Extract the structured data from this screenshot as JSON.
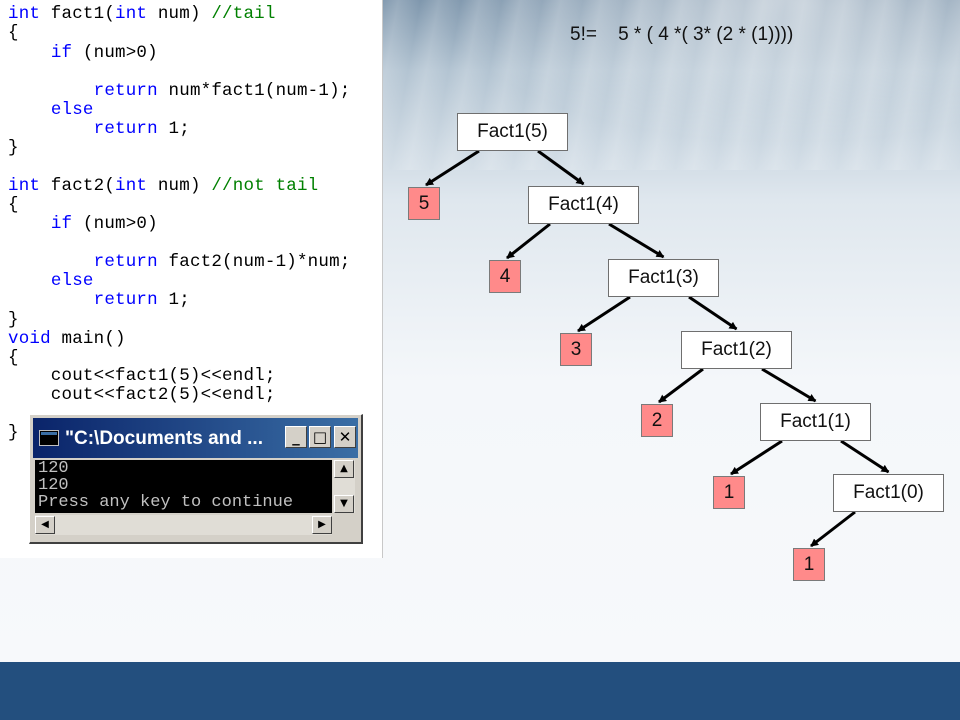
{
  "code": {
    "lines": [
      [
        {
          "t": "int",
          "c": "kw"
        },
        {
          "t": " fact1("
        },
        {
          "t": "int",
          "c": "kw"
        },
        {
          "t": " num) "
        },
        {
          "t": "//tail",
          "c": "cm"
        }
      ],
      [
        {
          "t": "{"
        }
      ],
      [
        {
          "t": "    "
        },
        {
          "t": "if",
          "c": "kw"
        },
        {
          "t": " (num>0)"
        }
      ],
      [
        {
          "t": ""
        }
      ],
      [
        {
          "t": "        "
        },
        {
          "t": "return",
          "c": "kw"
        },
        {
          "t": " num*fact1(num-1);"
        }
      ],
      [
        {
          "t": "    "
        },
        {
          "t": "else",
          "c": "kw"
        }
      ],
      [
        {
          "t": "        "
        },
        {
          "t": "return",
          "c": "kw"
        },
        {
          "t": " 1;"
        }
      ],
      [
        {
          "t": "}"
        }
      ],
      [
        {
          "t": ""
        }
      ],
      [
        {
          "t": "int",
          "c": "kw"
        },
        {
          "t": " fact2("
        },
        {
          "t": "int",
          "c": "kw"
        },
        {
          "t": " num) "
        },
        {
          "t": "//not tail",
          "c": "cm"
        }
      ],
      [
        {
          "t": "{"
        }
      ],
      [
        {
          "t": "    "
        },
        {
          "t": "if",
          "c": "kw"
        },
        {
          "t": " (num>0)"
        }
      ],
      [
        {
          "t": ""
        }
      ],
      [
        {
          "t": "        "
        },
        {
          "t": "return",
          "c": "kw"
        },
        {
          "t": " fact2(num-1)*num;"
        }
      ],
      [
        {
          "t": "    "
        },
        {
          "t": "else",
          "c": "kw"
        }
      ],
      [
        {
          "t": "        "
        },
        {
          "t": "return",
          "c": "kw"
        },
        {
          "t": " 1;"
        }
      ],
      [
        {
          "t": "}"
        }
      ],
      [
        {
          "t": "void",
          "c": "kw"
        },
        {
          "t": " main()"
        }
      ],
      [
        {
          "t": "{"
        }
      ],
      [
        {
          "t": ""
        }
      ],
      [
        {
          "t": "    cout<<fact1(5)<<endl;"
        }
      ],
      [
        {
          "t": "    cout<<fact2(5)<<endl;"
        }
      ],
      [
        {
          "t": ""
        }
      ],
      [
        {
          "t": "}"
        }
      ]
    ]
  },
  "console": {
    "title": "\"C:\\Documents and ...",
    "minimize": "_",
    "maximize": "□",
    "close": "✕",
    "output": [
      "120",
      "120",
      "Press any key to continue"
    ],
    "scroll_up": "▲",
    "scroll_down": "▼",
    "scroll_left": "◀",
    "scroll_right": "▶"
  },
  "formula": {
    "lhs": "5!=",
    "rhs": "5 * ( 4 *( 3* (2 * (1))))"
  },
  "tree": {
    "calls": [
      "Fact1(5)",
      "Fact1(4)",
      "Fact1(3)",
      "Fact1(2)",
      "Fact1(1)",
      "Fact1(0)"
    ],
    "values": [
      "5",
      "4",
      "3",
      "2",
      "1",
      "1"
    ]
  },
  "colors": {
    "value_box": "#ff8a8a",
    "keyword": "#0000ff",
    "comment": "#008000",
    "footer": "#234f7e"
  }
}
